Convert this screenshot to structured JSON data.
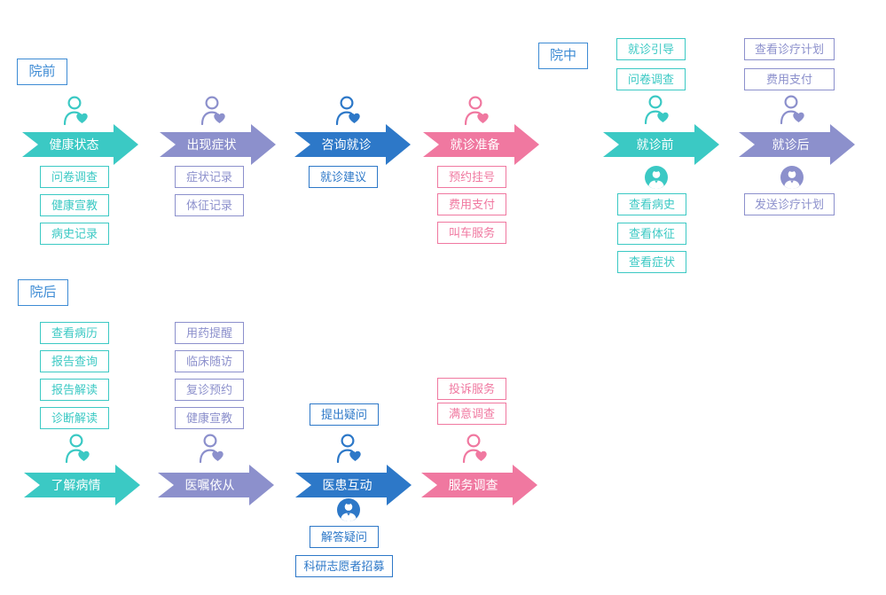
{
  "palette": {
    "teal": "#3bc9c4",
    "purple": "#8c90cc",
    "blue": "#2d78c8",
    "pink": "#f078a0",
    "label_blue": "#3d8bd4"
  },
  "sections": [
    {
      "label": "院前"
    },
    {
      "label": "院中"
    },
    {
      "label": "院后"
    }
  ],
  "stages": [
    {
      "title": "健康状态",
      "below": [
        "问卷调查",
        "健康宣教",
        "病史记录"
      ]
    },
    {
      "title": "出现症状",
      "below": [
        "症状记录",
        "体征记录"
      ]
    },
    {
      "title": "咨询就诊",
      "below": [
        "就诊建议"
      ]
    },
    {
      "title": "就诊准备",
      "below": [
        "预约挂号",
        "费用支付",
        "叫车服务"
      ]
    },
    {
      "title": "就诊前",
      "above": [
        "就诊引导",
        "问卷调查"
      ],
      "below": [
        "查看病史",
        "查看体征",
        "查看症状"
      ]
    },
    {
      "title": "就诊后",
      "above": [
        "查看诊疗计划",
        "费用支付"
      ],
      "below": [
        "发送诊疗计划"
      ]
    },
    {
      "title": "了解病情",
      "above": [
        "查看病历",
        "报告查询",
        "报告解读",
        "诊断解读"
      ]
    },
    {
      "title": "医嘱依从",
      "above": [
        "用药提醒",
        "临床随访",
        "复诊预约",
        "健康宣教"
      ]
    },
    {
      "title": "医患互动",
      "above": [
        "提出疑问"
      ],
      "below": [
        "解答疑问",
        "科研志愿者招募"
      ]
    },
    {
      "title": "服务调查",
      "above": [
        "投诉服务",
        "满意调查"
      ]
    }
  ],
  "icons": {
    "patient": "patient-heart-icon",
    "staff": "staff-avatar-icon",
    "arrow": "stage-arrow"
  }
}
